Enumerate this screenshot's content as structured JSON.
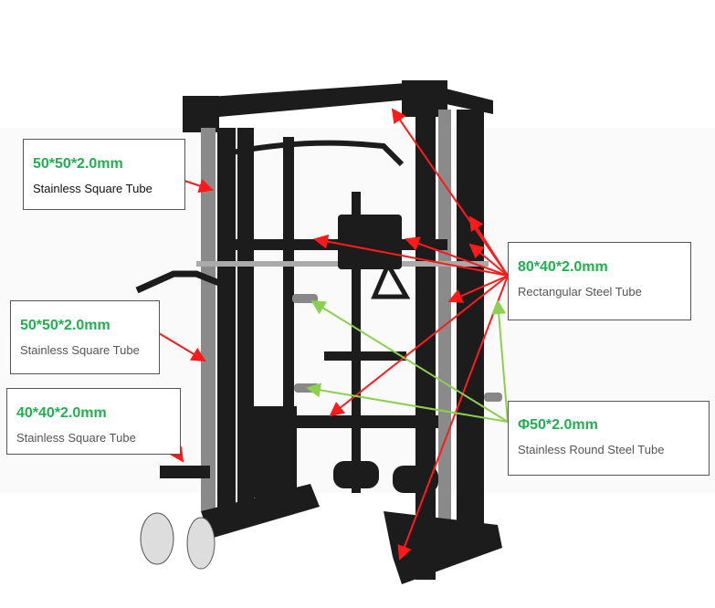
{
  "labels": [
    {
      "spec": "50*50*2.0mm",
      "desc": "Stainless Square Tube"
    },
    {
      "spec": "50*50*2.0mm",
      "desc": "Stainless Square Tube"
    },
    {
      "spec": "40*40*2.0mm",
      "desc": "Stainless Square Tube"
    },
    {
      "spec": "80*40*2.0mm",
      "desc": "Rectangular Steel Tube"
    },
    {
      "spec": "Φ50*2.0mm",
      "desc": "Stainless Round Steel Tube"
    }
  ],
  "colors": {
    "spec_text": "#1fb14f",
    "red_arrow": "#ff1a1a",
    "green_arrow": "#8bd14f",
    "frame": "#1c1c1c"
  }
}
